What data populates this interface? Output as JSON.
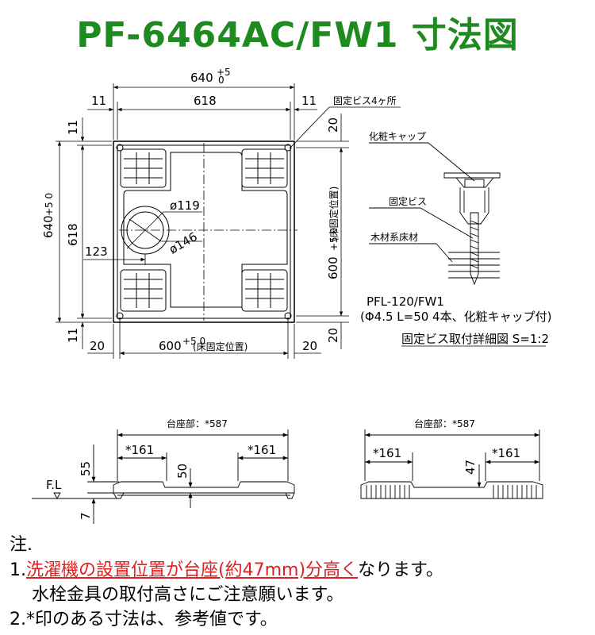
{
  "title": "PF-6464AC/FW1 寸法図",
  "plan": {
    "top_overall": "640",
    "top_overall_tol_plus": "+5",
    "top_overall_tol_zero": "0",
    "top_inner": "618",
    "top_left_11": "11",
    "top_right_11": "11",
    "screw_note": "固定ビス4ヶ所",
    "left_overall": "640",
    "left_overall_tol": "+5 0",
    "left_inner": "618",
    "left_top_11": "11",
    "left_bottom_11": "11",
    "drain_offset": "123",
    "drain_inner_dia": "ø119",
    "drain_outer_dia": "ø146",
    "right_top_20": "20",
    "right_bottom_20": "20",
    "right_600": "600",
    "right_600_tol": "+5 0",
    "right_600_note": "(床固定位置)",
    "bottom_left_20": "20",
    "bottom_right_20": "20",
    "bottom_600": "600",
    "bottom_600_tol": "+5 0",
    "bottom_600_note": "(床固定位置)"
  },
  "detail": {
    "cap_label": "化粧キャップ",
    "screw_label": "固定ビス",
    "floor_label": "木材系床材",
    "model": "PFL-120/FW1",
    "spec": "(Φ4.5 L=50 4本、化粧キャップ付)",
    "caption": "固定ビス取付詳細図  S=1:2"
  },
  "side_left": {
    "base_label": "台座部：*587",
    "left_161": "*161",
    "right_161": "*161",
    "h55": "55",
    "h50": "50",
    "h7": "7",
    "fl": "F.L"
  },
  "side_right": {
    "base_label": "台座部：*587",
    "left_161": "*161",
    "right_161": "*161",
    "h47": "47"
  },
  "notes": {
    "heading": "注.",
    "n1_prefix": "1.",
    "n1_red": "洗濯機の設置位置が台座(約47mm)分高く",
    "n1_rest": "なります。",
    "n1_line2": "水栓金具の取付高さにご注意願います。",
    "n2": "2.*印のある寸法は、参考値です。"
  },
  "colors": {
    "title": "#1f8a1f",
    "highlight": "#e02020"
  }
}
